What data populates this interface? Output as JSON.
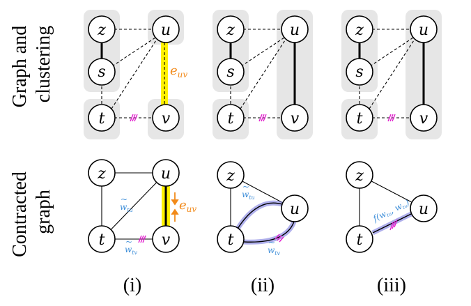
{
  "rows": {
    "top": [
      "Graph and",
      "clustering"
    ],
    "bottom": [
      "Contracted",
      "graph"
    ]
  },
  "columns": [
    "(i)",
    "(ii)",
    "(iii)"
  ],
  "nodes": {
    "z": "z",
    "u": "u",
    "s": "s",
    "t": "t",
    "v": "v"
  },
  "annotations": {
    "e_uv": "e",
    "e_uv_sub": "uv",
    "w_tu": "w",
    "w_tu_sub": "tu",
    "w_tv": "w",
    "w_tv_sub": "tv",
    "f_label": "f(w",
    "f_label_sub1": "tu",
    "f_label_mid": ", w",
    "f_label_sub2": "tv",
    "f_label_end": ")",
    "hat": "~"
  },
  "colors": {
    "cluster": "#e6e6e6",
    "highlight_yellow": "#fff200",
    "highlight_blue": "#6f6fdc",
    "annotation_orange": "#f28a1a",
    "annotation_blue": "#3f8fd9",
    "constraint_magenta": "#e21ccd"
  }
}
